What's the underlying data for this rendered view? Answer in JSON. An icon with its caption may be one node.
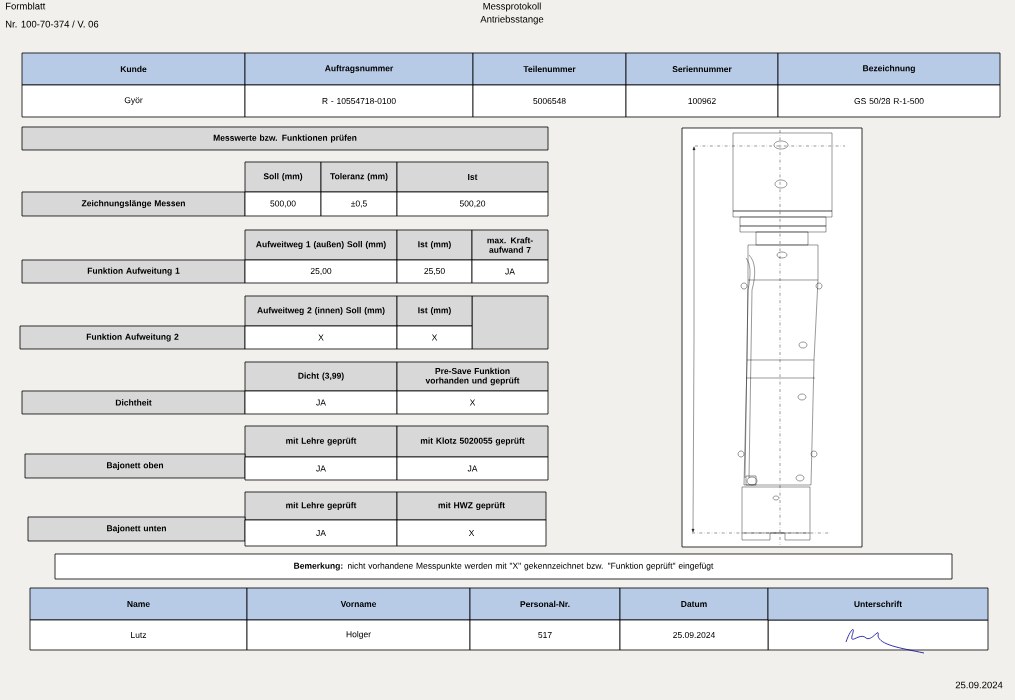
{
  "diagram": {
    "labels": [
      "Formblatt",
      "Nr. 100-70-374 / V. 06",
      "Messprotokoll",
      "Antriebsstange",
      "Kunde",
      "Auftragsnummer",
      "Teilenummer",
      "Seriennummer",
      "Bezeichnung",
      "Györ",
      "R - 10554718-0100",
      "5006548",
      "100962",
      "GS 50/28 R-1-500",
      "Messwerte bzw. Funktionen prüfen",
      "Soll (mm)",
      "Toleranz (mm)",
      "Ist",
      "Zeichnungslänge Messen",
      "500,00",
      "±0,5",
      "500,20",
      "Aufweitweg 1 (außen) Soll (mm)",
      "Ist (mm)",
      "max. Kraft-aufwand 7",
      "Funktion Aufweitung 1",
      "25,00",
      "25,50",
      "JA",
      "Aufweitweg 2 (innen) Soll (mm)",
      "Ist (mm)",
      "Funktion Aufweitung 2",
      "X",
      "X",
      "Dicht (3,99)",
      "Pre-Save Funktion vorhanden und geprüft",
      "Dichtheit",
      "JA",
      "X",
      "mit Lehre geprüft",
      "mit Klotz 5020055 geprüft",
      "Bajonett oben",
      "JA",
      "JA",
      "mit Lehre geprüft",
      "mit HWZ geprüft",
      "Bajonett unten",
      "JA",
      "X",
      "**Bemerkung:** nicht vorhandene Messpunkte werden mit \"X\" gekennzeichnet bzw. \"Funktion geprüft\" eingefügt",
      "Name",
      "Vorname",
      "Personal-Nr.",
      "Datum",
      "Unterschrift",
      "Lutz",
      "Holger",
      "517",
      "25.09.2024",
      "25.09.2024"
    ]
  }
}
